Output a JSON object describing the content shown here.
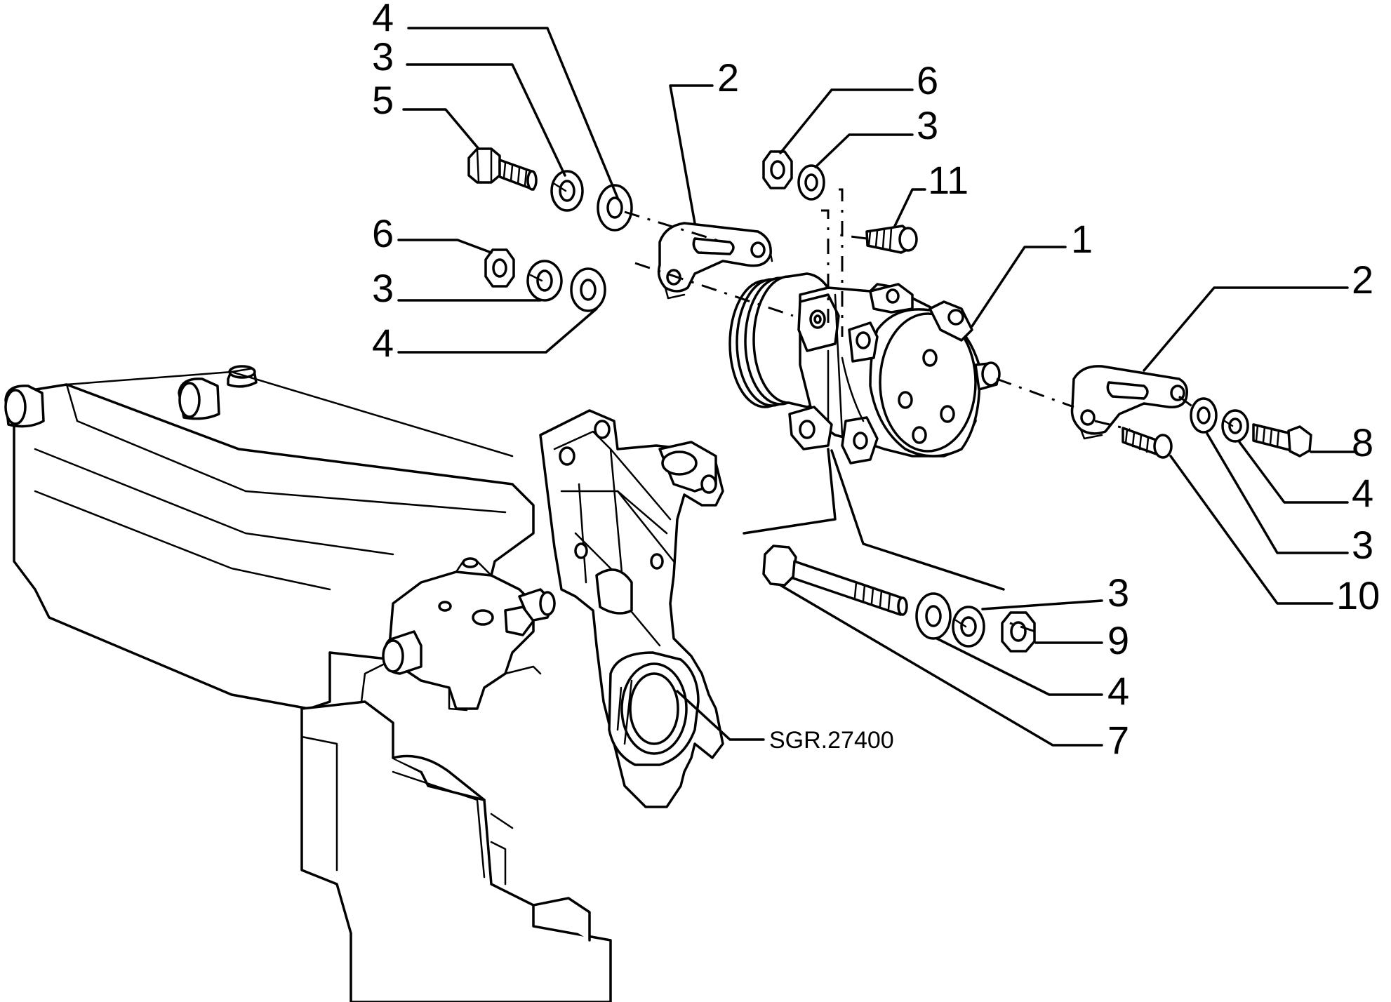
{
  "diagram": {
    "reference_code": "SGR.27400",
    "callouts": [
      {
        "id": "c-4-top",
        "label": "4"
      },
      {
        "id": "c-3-top",
        "label": "3"
      },
      {
        "id": "c-5",
        "label": "5"
      },
      {
        "id": "c-2-left",
        "label": "2"
      },
      {
        "id": "c-6-left",
        "label": "6"
      },
      {
        "id": "c-3-left",
        "label": "3"
      },
      {
        "id": "c-4-left",
        "label": "4"
      },
      {
        "id": "c-6-right",
        "label": "6"
      },
      {
        "id": "c-3-mid",
        "label": "3"
      },
      {
        "id": "c-11",
        "label": "11"
      },
      {
        "id": "c-1",
        "label": "1"
      },
      {
        "id": "c-2-right",
        "label": "2"
      },
      {
        "id": "c-8",
        "label": "8"
      },
      {
        "id": "c-4-right",
        "label": "4"
      },
      {
        "id": "c-3-right",
        "label": "3"
      },
      {
        "id": "c-10",
        "label": "10"
      },
      {
        "id": "c-3-bottom",
        "label": "3"
      },
      {
        "id": "c-9",
        "label": "9"
      },
      {
        "id": "c-4-bottom",
        "label": "4"
      },
      {
        "id": "c-7",
        "label": "7"
      }
    ]
  }
}
